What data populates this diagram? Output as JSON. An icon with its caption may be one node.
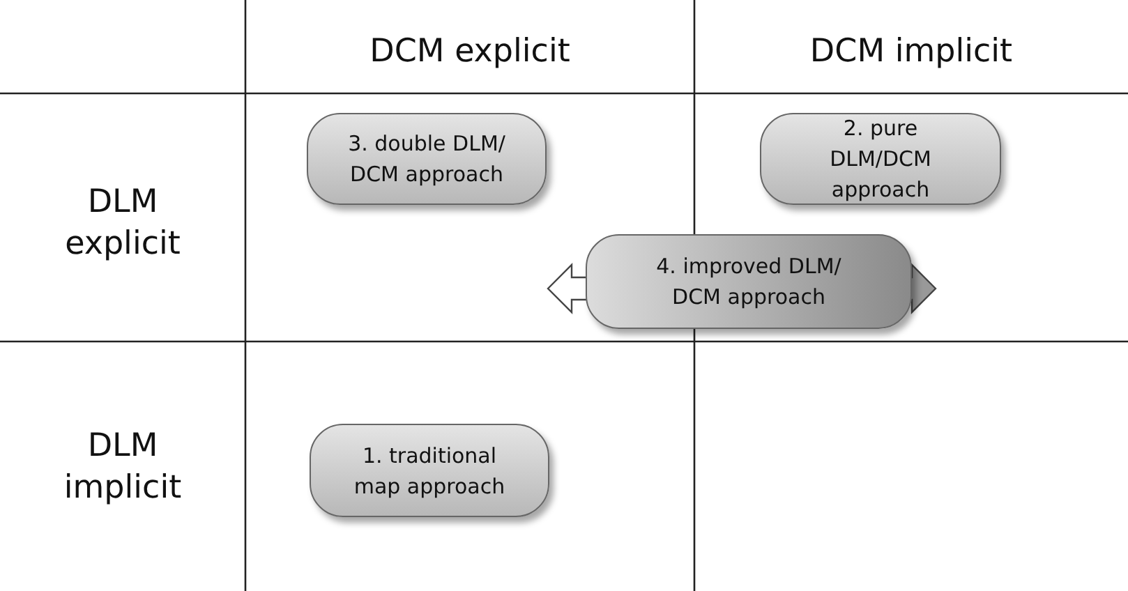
{
  "diagram": {
    "nodes": [
      {
        "text": [
          "3. double DLM/ DCM approach"
        ]
      },
      {
        "text": [
          "2. pure DLM/DCM approach"
        ]
      },
      {
        "text": [
          "4. improved DLM/ DCM approach"
        ]
      },
      {
        "text": [
          "1. traditional map approach"
        ]
      }
    ],
    "labels": [
      "DCM explicit",
      "DCM implicit",
      "DLM explicit",
      "DLM implicit"
    ]
  }
}
